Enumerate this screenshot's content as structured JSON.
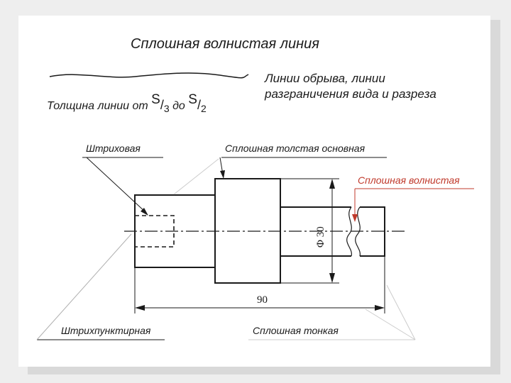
{
  "title": "Сплошная волнистая линия",
  "description": {
    "line1": "Линии обрыва, линии",
    "line2": "разграничения вида и разреза"
  },
  "thickness": {
    "prefix": "Толщина линии  от",
    "s1": "S",
    "slash1": "/",
    "sub1": "3",
    "middle": " до ",
    "s2": "S",
    "slash2": "/",
    "sub2": "2"
  },
  "labels": {
    "hatched": "Штриховая",
    "solid_thick": "Сплошная толстая основная",
    "solid_wavy": "Сплошная волнистая",
    "dash_dot": "Штрихпунктирная",
    "solid_thin": "Сплошная тонкая",
    "diameter": "Φ 30",
    "length": "90"
  },
  "colors": {
    "accent": "#c0392b",
    "line": "#1a1a1a"
  }
}
